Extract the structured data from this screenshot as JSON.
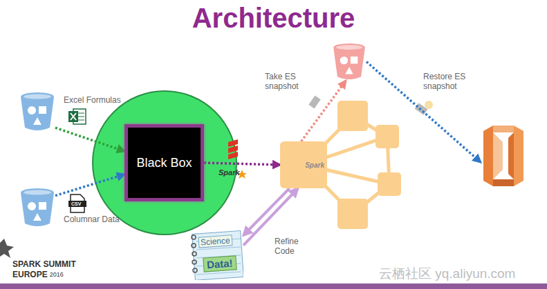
{
  "diagram": {
    "title": "Architecture",
    "nodes": [
      {
        "text": []
      },
      {
        "text": []
      },
      {
        "text": [
          "Black Box"
        ]
      },
      {
        "text": [
          "Spark"
        ]
      },
      {
        "text": []
      },
      {
        "text": []
      },
      {
        "text": [
          "Science",
          "Data!"
        ]
      }
    ],
    "edges": [
      {
        "from": 0,
        "to": 2,
        "label": "Excel Formulas",
        "arrow": "to"
      },
      {
        "from": 1,
        "to": 2,
        "label": "Columnar Data",
        "arrow": "to"
      },
      {
        "from": 2,
        "to": 3,
        "arrow": "to"
      },
      {
        "from": 3,
        "to": 4,
        "label": "Take ES snapshot",
        "arrow": "to"
      },
      {
        "from": 4,
        "to": 5,
        "label": "Restore ES snapshot",
        "arrow": "to"
      },
      {
        "from": 3,
        "to": 6,
        "label": "Refine Code",
        "arrow": "to"
      },
      {
        "from": 6,
        "to": 3,
        "arrow": "to"
      }
    ],
    "labels": [
      "CSV",
      "Spark",
      "SPARK SUMMIT",
      "EUROPE",
      "2016",
      "云栖社区 yq.aliyun.com"
    ]
  }
}
